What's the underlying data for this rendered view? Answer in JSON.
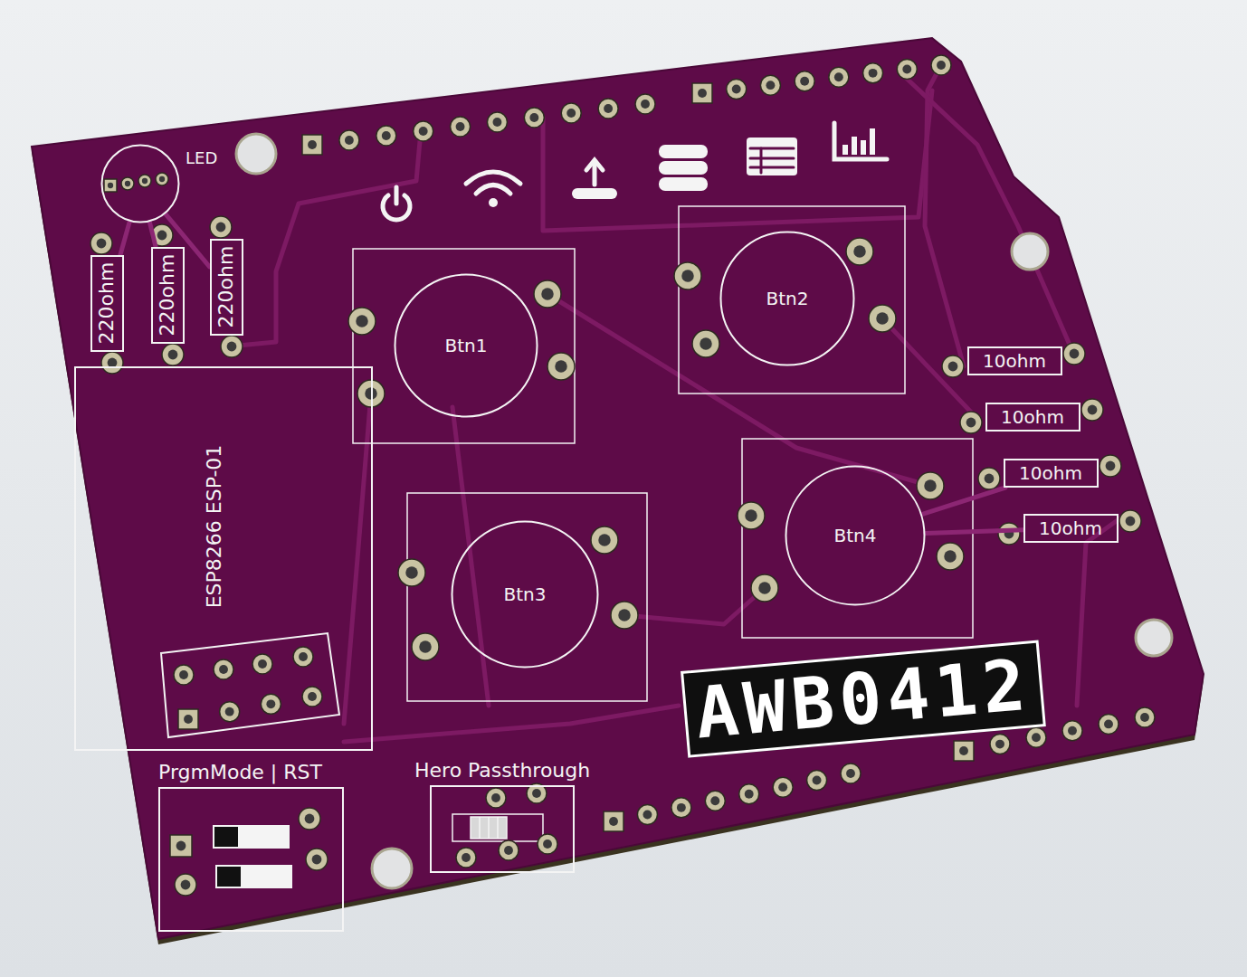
{
  "diagram": {
    "nodes": [
      {
        "text": [
          "LED"
        ]
      },
      {
        "text": [
          "220ohm"
        ]
      },
      {
        "text": [
          "220ohm"
        ]
      },
      {
        "text": [
          "220ohm"
        ]
      },
      {
        "text": [
          "ESP8266 ESP-01"
        ]
      },
      {
        "text": [
          "Btn1"
        ]
      },
      {
        "text": [
          "Btn2"
        ]
      },
      {
        "text": [
          "Btn3"
        ]
      },
      {
        "text": [
          "Btn4"
        ]
      },
      {
        "text": [
          "10ohm"
        ]
      },
      {
        "text": [
          "10ohm"
        ]
      },
      {
        "text": [
          "10ohm"
        ]
      },
      {
        "text": [
          "10ohm"
        ]
      },
      {
        "text": [
          "PrgmMode | RST"
        ]
      },
      {
        "text": [
          "Hero Passthrough"
        ]
      }
    ],
    "edges": [
      {
        "from": 0,
        "to": 1,
        "arrow": "none"
      },
      {
        "from": 0,
        "to": 2,
        "arrow": "none"
      },
      {
        "from": 0,
        "to": 3,
        "arrow": "none"
      },
      {
        "from": 8,
        "to": 11,
        "arrow": "none"
      },
      {
        "from": 8,
        "to": 12,
        "arrow": "none"
      }
    ],
    "labels": [
      "AWB0412"
    ]
  }
}
